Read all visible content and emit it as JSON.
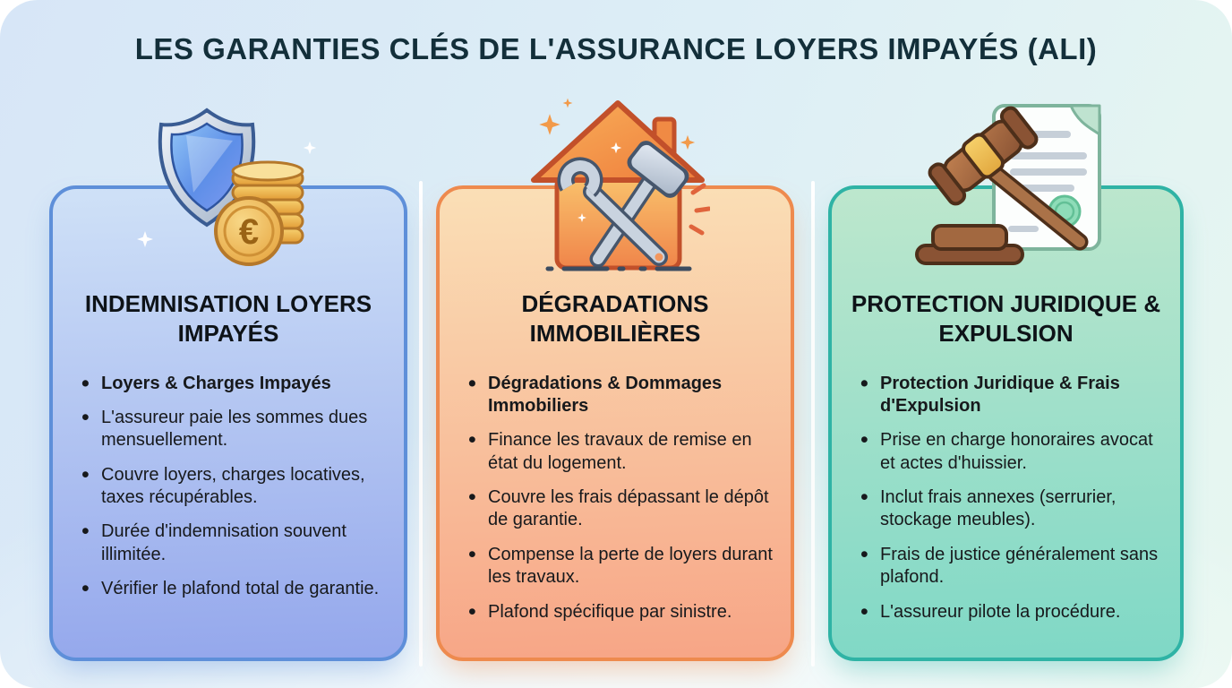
{
  "theme": {
    "page_bg_start": "#d7e6f7",
    "page_bg_mid": "#ddeef6",
    "page_bg_end": "#e7f7f0",
    "title_color": "#132f3a",
    "text_color": "#17191c",
    "divider_color": "#ffffff"
  },
  "title": "LES GARANTIES CLÉS DE L'ASSURANCE LOYERS IMPAYÉS (ALI)",
  "cards": [
    {
      "title": "INDEMNISATION LOYERS IMPAYÉS",
      "icon": "shield-euro-coins-icon",
      "accent": {
        "border": "#5e8fd9",
        "bg_top": "#cfe1f7",
        "bg_bottom": "#94a7ec"
      },
      "bullets": [
        {
          "text": "Loyers & Charges Impayés",
          "bold": true
        },
        {
          "text": "L'assureur paie les sommes dues mensuellement.",
          "bold": false
        },
        {
          "text": "Couvre loyers, charges locatives, taxes récupérables.",
          "bold": false
        },
        {
          "text": "Durée d'indemnisation souvent illimitée.",
          "bold": false
        },
        {
          "text": "Vérifier le plafond total de garantie.",
          "bold": false
        }
      ]
    },
    {
      "title": "DÉGRADATIONS IMMOBILIÈRES",
      "icon": "house-repair-tools-icon",
      "accent": {
        "border": "#ee8a4e",
        "bg_top": "#fadfb6",
        "bg_bottom": "#f7a586"
      },
      "bullets": [
        {
          "text": "Dégradations & Dommages Immobiliers",
          "bold": true
        },
        {
          "text": "Finance les travaux de remise en état du logement.",
          "bold": false
        },
        {
          "text": "Couvre les frais dépassant le dépôt de garantie.",
          "bold": false
        },
        {
          "text": "Compense la perte de loyers durant les travaux.",
          "bold": false
        },
        {
          "text": "Plafond spécifique par sinistre.",
          "bold": false
        }
      ]
    },
    {
      "title": "PROTECTION JURIDIQUE & EXPULSION",
      "icon": "gavel-document-icon",
      "accent": {
        "border": "#2fb3a5",
        "bg_top": "#bde7cd",
        "bg_bottom": "#7fd8c6"
      },
      "bullets": [
        {
          "text": "Protection Juridique & Frais d'Expulsion",
          "bold": true
        },
        {
          "text": "Prise en charge honoraires avocat et actes d'huissier.",
          "bold": false
        },
        {
          "text": "Inclut frais annexes (serrurier, stockage meubles).",
          "bold": false
        },
        {
          "text": "Frais de justice généralement sans plafond.",
          "bold": false
        },
        {
          "text": "L'assureur pilote la procédure.",
          "bold": false
        }
      ]
    }
  ]
}
